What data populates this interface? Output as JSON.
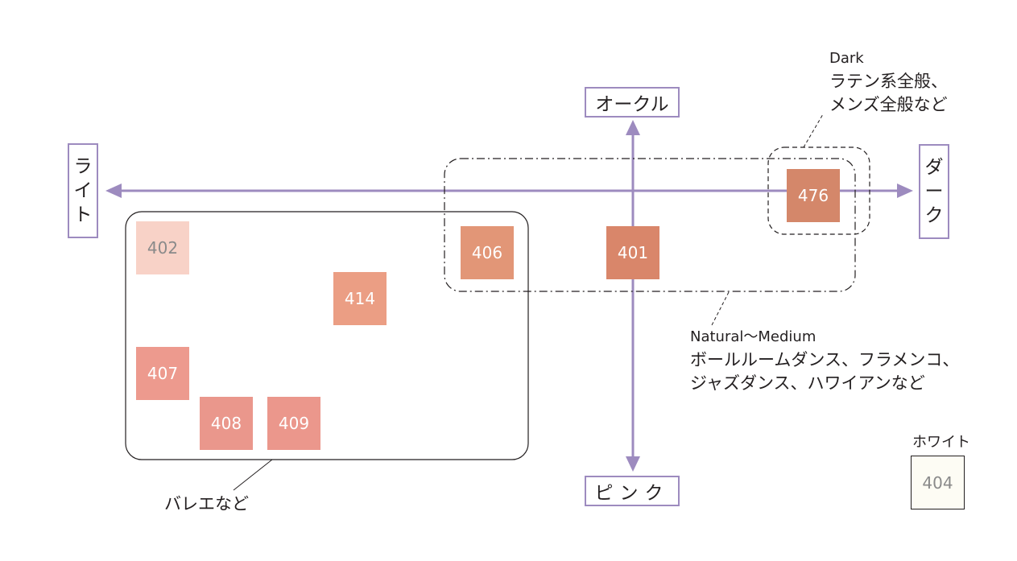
{
  "axes": {
    "top": "オークル",
    "bottom": "ピンク",
    "left": [
      "ラ",
      "イ",
      "ト"
    ],
    "right": [
      "ダ",
      "ー",
      "ク"
    ]
  },
  "swatches": [
    {
      "code": "402",
      "color": "#f8d2c7",
      "text_color": "#8a8a8a"
    },
    {
      "code": "406",
      "color": "#e29677",
      "text_color": "#ffffff"
    },
    {
      "code": "401",
      "color": "#d9866a",
      "text_color": "#ffffff"
    },
    {
      "code": "476",
      "color": "#d4876a",
      "text_color": "#ffffff"
    },
    {
      "code": "414",
      "color": "#eb9e84",
      "text_color": "#ffffff"
    },
    {
      "code": "407",
      "color": "#ed9a8e",
      "text_color": "#ffffff"
    },
    {
      "code": "408",
      "color": "#ea978c",
      "text_color": "#ffffff"
    },
    {
      "code": "409",
      "color": "#eb978c",
      "text_color": "#ffffff"
    },
    {
      "code": "404",
      "color": "#fdfcf4",
      "text_color": "#8a8a8a"
    }
  ],
  "groups": {
    "dark": [
      "Dark",
      "ラテン系全般、",
      "メンズ全般など"
    ],
    "natural": [
      "Natural〜Medium",
      "ボールルームダンス、フラメンコ、",
      "ジャズダンス、ハワイアンなど"
    ],
    "ballet": "バレエなど",
    "white": "ホワイト"
  },
  "colors": {
    "axis": "#9d8bbf",
    "outline": "#231f20"
  }
}
